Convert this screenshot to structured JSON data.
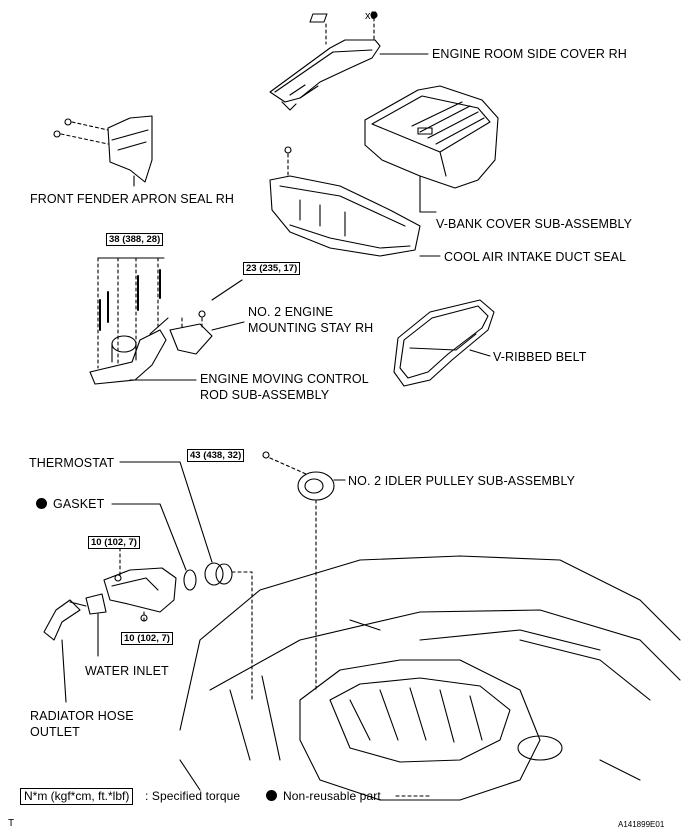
{
  "labels": {
    "engine_room_side_cover": "ENGINE ROOM SIDE COVER RH",
    "x5": "x5",
    "front_fender_apron_seal": "FRONT FENDER APRON SEAL RH",
    "vbank_cover": "V-BANK COVER SUB-ASSEMBLY",
    "cool_air_intake": "COOL AIR INTAKE DUCT SEAL",
    "no2_stay_line1": "NO. 2 ENGINE",
    "no2_stay_line2": "MOUNTING STAY RH",
    "v_ribbed_belt": "V-RIBBED BELT",
    "control_rod_line1": "ENGINE MOVING CONTROL",
    "control_rod_line2": "ROD SUB-ASSEMBLY",
    "thermostat": "THERMOSTAT",
    "gasket": "GASKET",
    "idler_pulley": "NO. 2 IDLER PULLEY SUB-ASSEMBLY",
    "water_inlet": "WATER INLET",
    "radiator_hose_line1": "RADIATOR HOSE",
    "radiator_hose_line2": "OUTLET"
  },
  "torques": {
    "t38": "38 (388, 28)",
    "t23": "23 (235, 17)",
    "t43": "43 (438, 32)",
    "t10a": "10 (102, 7)",
    "t10b": "10 (102, 7)"
  },
  "legend": {
    "torque_units": "N*m (kgf*cm, ft.*lbf)",
    "torque_desc": ": Specified torque",
    "nonreusable": "Non-reusable part"
  },
  "footer": {
    "left_mark": "T",
    "figure_id": "A141899E01"
  }
}
